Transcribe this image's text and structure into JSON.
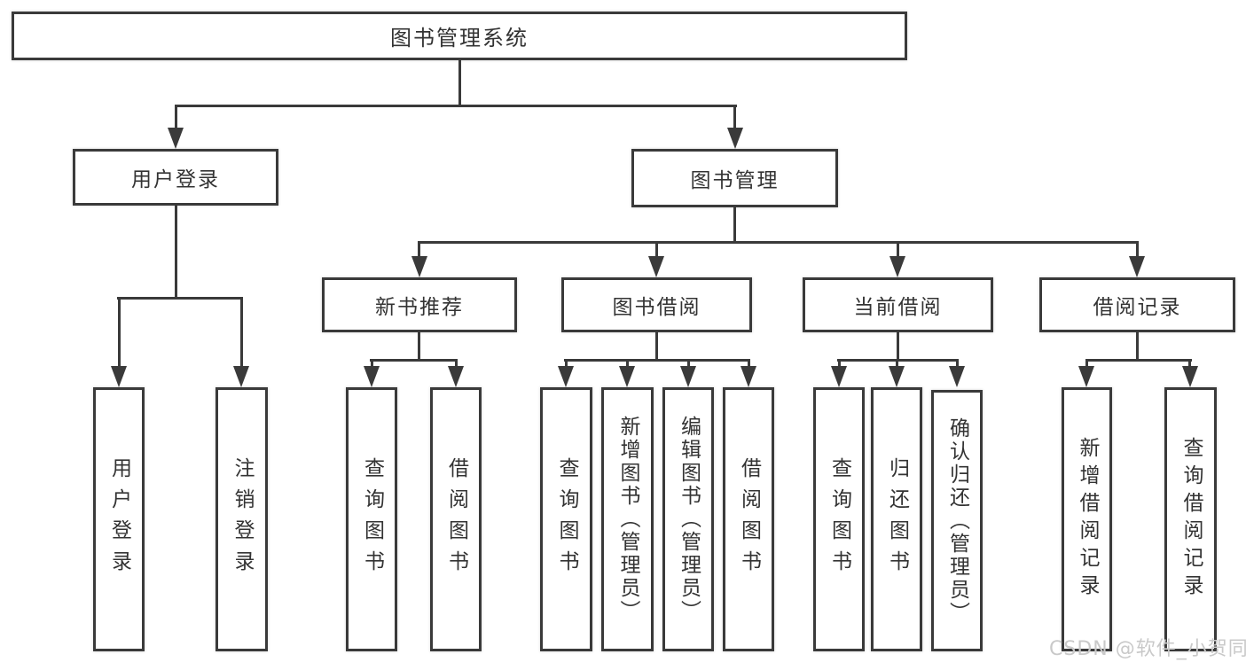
{
  "diagram": {
    "root": {
      "label": "图书管理系统"
    },
    "level2": [
      {
        "label": "用户登录"
      },
      {
        "label": "图书管理"
      }
    ],
    "level3": [
      {
        "label": "新书推荐"
      },
      {
        "label": "图书借阅"
      },
      {
        "label": "当前借阅"
      },
      {
        "label": "借阅记录"
      }
    ],
    "leaves": {
      "user_login": [
        "用户登录",
        "注销登录"
      ],
      "new_book_recommend": [
        "查询图书",
        "借阅图书"
      ],
      "book_borrow": [
        "查询图书",
        "新增图书（管理员）",
        "编辑图书（管理员）",
        "借阅图书"
      ],
      "current_borrow": [
        "查询图书",
        "归还图书",
        "确认归还（管理员）"
      ],
      "borrow_record": [
        "新增借阅记录",
        "查询借阅记录"
      ]
    },
    "line_color": "#3a3a3a"
  },
  "watermark": {
    "text": "CSDN @软件_小贺同学"
  }
}
